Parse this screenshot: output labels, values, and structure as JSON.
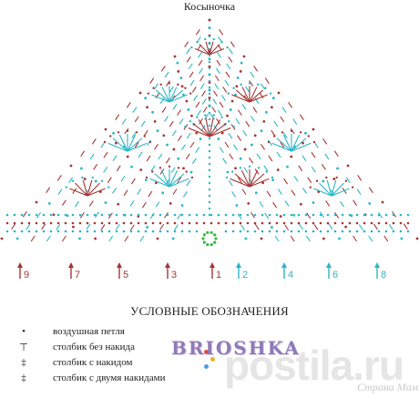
{
  "title": "Косыночка",
  "rows_left": [
    "9",
    "7",
    "5",
    "3",
    "1"
  ],
  "rows_right": [
    "2",
    "4",
    "6",
    "8"
  ],
  "legend": {
    "heading": "УСЛОВНЫЕ ОБОЗНАЧЕНИЯ",
    "items": [
      {
        "symbol": "•",
        "text": "воздушная петля"
      },
      {
        "symbol": "⊤",
        "text": "столбик без накида"
      },
      {
        "symbol": "‡",
        "text": "столбик с накидом"
      },
      {
        "symbol": "‡",
        "text": "столбик с двумя накидами"
      }
    ]
  },
  "watermarks": {
    "brioshka": "BRIOSHKA",
    "site": "postila.ru",
    "site_sub": "Страна Мам"
  },
  "colors": {
    "odd_rows": "#a63535",
    "even_rows": "#2ab6c6",
    "center_ring": "#2fbf3a",
    "text": "#222222"
  }
}
